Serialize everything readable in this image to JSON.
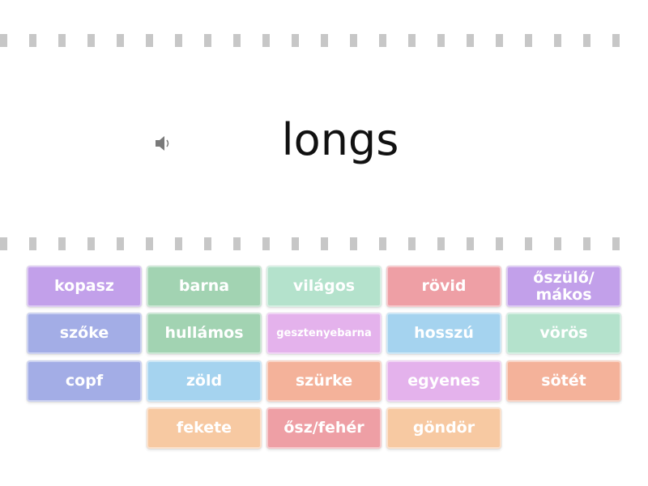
{
  "prompt": {
    "word": "longs",
    "audio_icon": "speaker-icon"
  },
  "colors": {
    "purple": "#c2a0ea",
    "green": "#a2d3b2",
    "mint": "#b4e2cc",
    "red": "#ee9fa5",
    "blue": "#a3ade6",
    "pink": "#e4b2ec",
    "sky": "#a5d3ef",
    "orange": "#f4b29a",
    "peach": "#f7c9a2",
    "divider": "#c7c7c7"
  },
  "tiles": [
    {
      "label": "kopasz"
    },
    {
      "label": "barna"
    },
    {
      "label": "világos"
    },
    {
      "label": "rövid"
    },
    {
      "label": "őszülő/ mákos"
    },
    {
      "label": "szőke"
    },
    {
      "label": "hullámos"
    },
    {
      "label": "gesztenyebarna"
    },
    {
      "label": "hosszú"
    },
    {
      "label": "vörös"
    },
    {
      "label": "copf"
    },
    {
      "label": "zöld"
    },
    {
      "label": "szürke"
    },
    {
      "label": "egyenes"
    },
    {
      "label": "sötét"
    },
    {
      "label": "fekete"
    },
    {
      "label": "ősz/fehér"
    },
    {
      "label": "göndör"
    }
  ]
}
